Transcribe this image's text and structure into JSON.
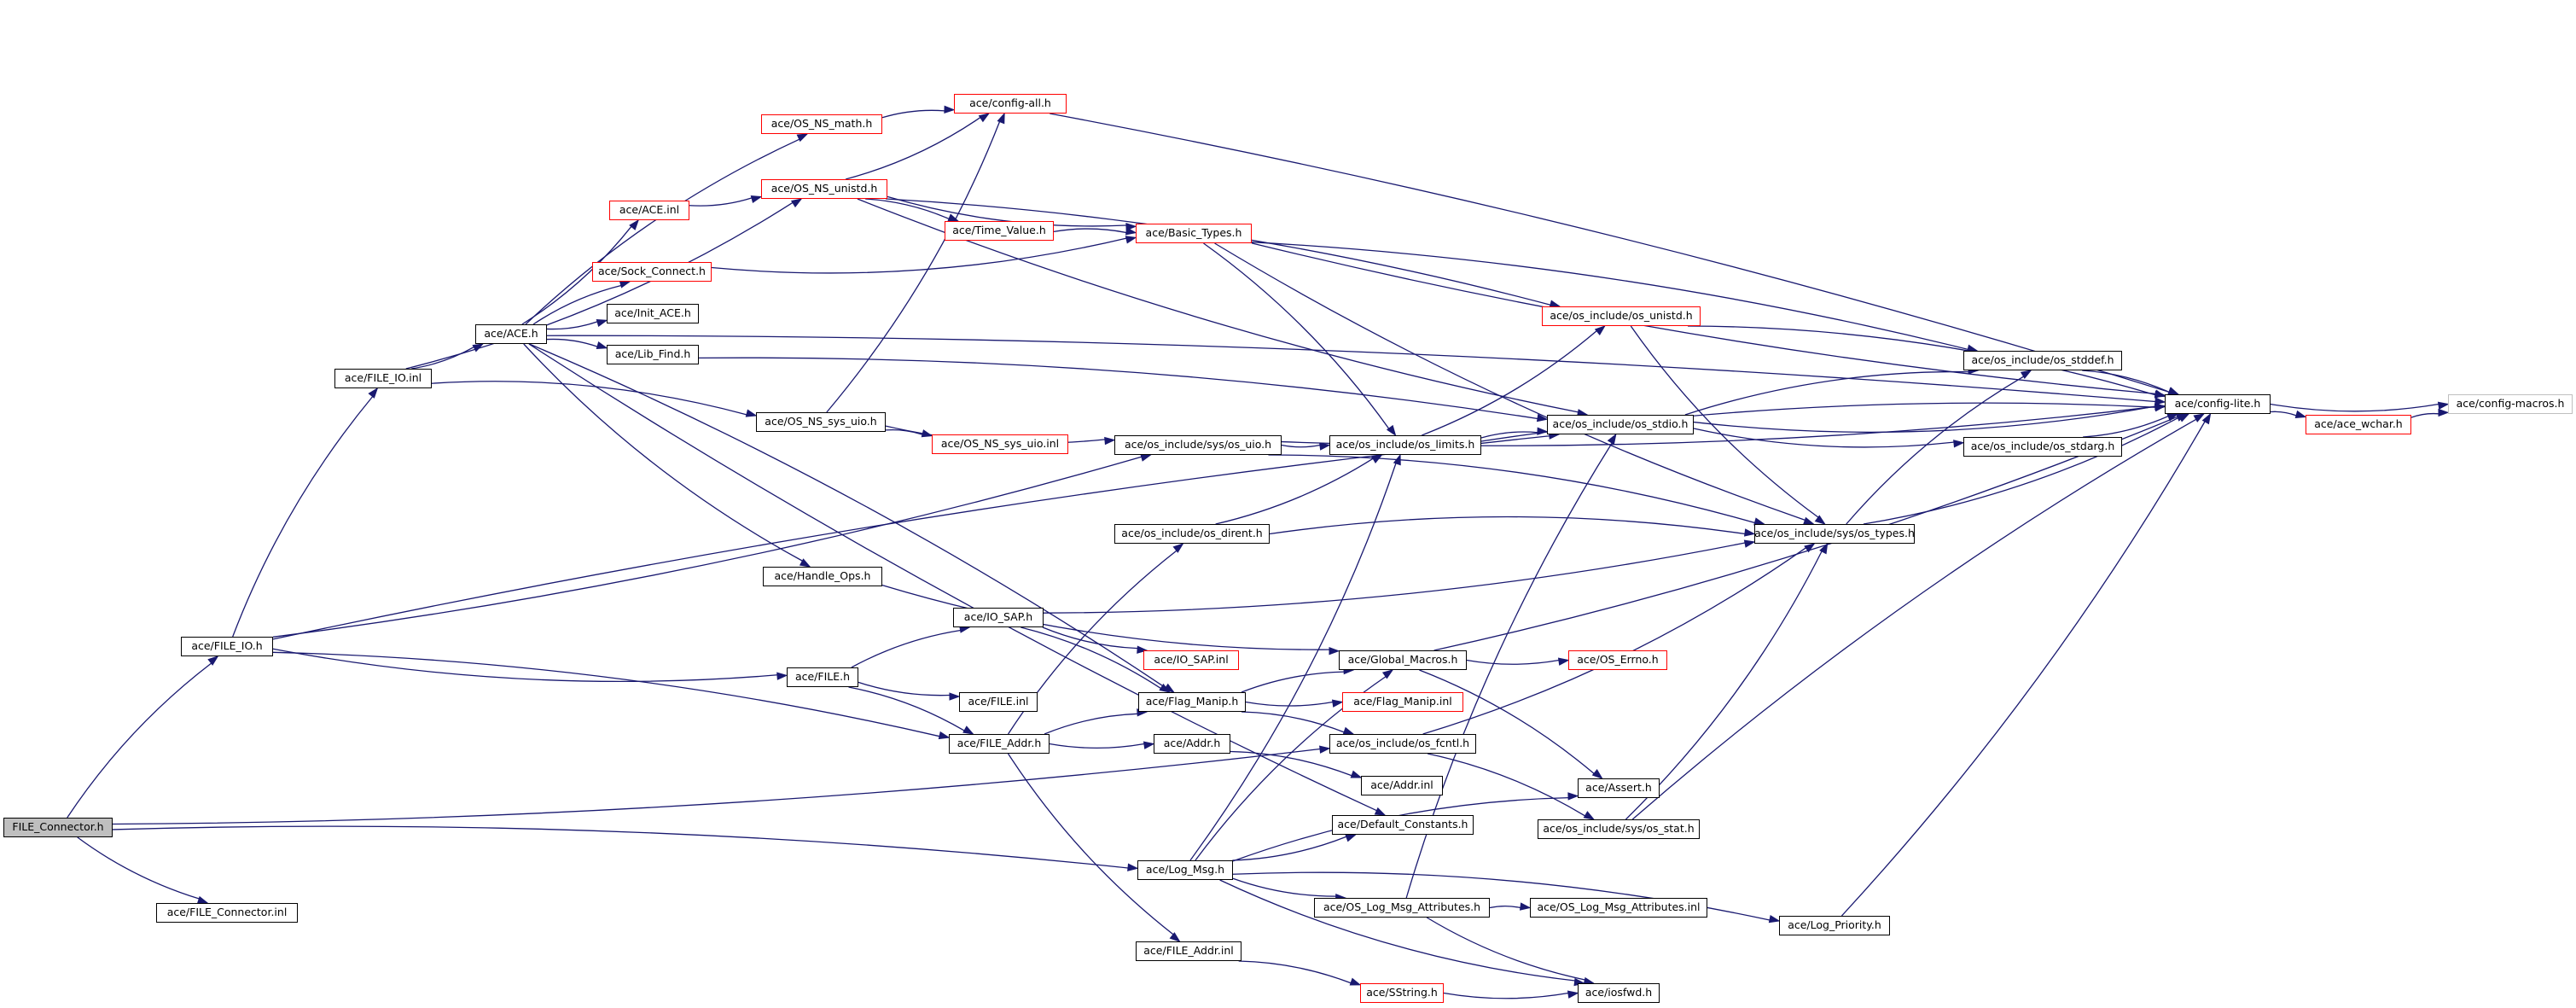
{
  "colors": {
    "edge": "#191970",
    "root_fill": "#bfbfbf",
    "incomplete_border": "#ff0000",
    "external_border": "#bfbfbf",
    "default_border": "#000000"
  },
  "nodes": {
    "file_connector_h": {
      "label": "FILE_Connector.h",
      "style": "root"
    },
    "file_connector_inl": {
      "label": "ace/FILE_Connector.inl",
      "style": "normal"
    },
    "file_io_h": {
      "label": "ace/FILE_IO.h",
      "style": "normal"
    },
    "file_io_inl": {
      "label": "ace/FILE_IO.inl",
      "style": "normal"
    },
    "ace_h": {
      "label": "ace/ACE.h",
      "style": "normal"
    },
    "os_ns_math_h": {
      "label": "ace/OS_NS_math.h",
      "style": "red"
    },
    "os_ns_unistd_h": {
      "label": "ace/OS_NS_unistd.h",
      "style": "red"
    },
    "ace_inl": {
      "label": "ace/ACE.inl",
      "style": "red"
    },
    "sock_connect_h": {
      "label": "ace/Sock_Connect.h",
      "style": "red"
    },
    "init_ace_h": {
      "label": "ace/Init_ACE.h",
      "style": "normal"
    },
    "lib_find_h": {
      "label": "ace/Lib_Find.h",
      "style": "normal"
    },
    "config_all_h": {
      "label": "ace/config-all.h",
      "style": "red"
    },
    "time_value_h": {
      "label": "ace/Time_Value.h",
      "style": "red"
    },
    "basic_types_h": {
      "label": "ace/Basic_Types.h",
      "style": "red"
    },
    "os_ns_sys_uio_h": {
      "label": "ace/OS_NS_sys_uio.h",
      "style": "normal"
    },
    "os_ns_sys_uio_inl": {
      "label": "ace/OS_NS_sys_uio.inl",
      "style": "red"
    },
    "os_unistd_h": {
      "label": "ace/os_include/os_unistd.h",
      "style": "red"
    },
    "os_uio_h": {
      "label": "ace/os_include/sys/os_uio.h",
      "style": "normal"
    },
    "os_limits_h": {
      "label": "ace/os_include/os_limits.h",
      "style": "normal"
    },
    "os_stdio_h": {
      "label": "ace/os_include/os_stdio.h",
      "style": "normal"
    },
    "os_stddef_h": {
      "label": "ace/os_include/os_stddef.h",
      "style": "normal"
    },
    "os_stdarg_h": {
      "label": "ace/os_include/os_stdarg.h",
      "style": "normal"
    },
    "config_lite_h": {
      "label": "ace/config-lite.h",
      "style": "normal"
    },
    "ace_wchar_h": {
      "label": "ace/ace_wchar.h",
      "style": "red"
    },
    "config_macros_h": {
      "label": "ace/config-macros.h",
      "style": "gray"
    },
    "os_dirent_h": {
      "label": "ace/os_include/os_dirent.h",
      "style": "normal"
    },
    "os_types_h": {
      "label": "ace/os_include/sys/os_types.h",
      "style": "normal"
    },
    "handle_ops_h": {
      "label": "ace/Handle_Ops.h",
      "style": "normal"
    },
    "io_sap_h": {
      "label": "ace/IO_SAP.h",
      "style": "normal"
    },
    "io_sap_inl": {
      "label": "ace/IO_SAP.inl",
      "style": "red"
    },
    "file_h": {
      "label": "ace/FILE.h",
      "style": "normal"
    },
    "file_inl": {
      "label": "ace/FILE.inl",
      "style": "normal"
    },
    "global_macros_h": {
      "label": "ace/Global_Macros.h",
      "style": "normal"
    },
    "os_errno_h": {
      "label": "ace/OS_Errno.h",
      "style": "red"
    },
    "flag_manip_h": {
      "label": "ace/Flag_Manip.h",
      "style": "normal"
    },
    "flag_manip_inl": {
      "label": "ace/Flag_Manip.inl",
      "style": "red"
    },
    "file_addr_h": {
      "label": "ace/FILE_Addr.h",
      "style": "normal"
    },
    "addr_h": {
      "label": "ace/Addr.h",
      "style": "normal"
    },
    "os_fcntl_h": {
      "label": "ace/os_include/os_fcntl.h",
      "style": "normal"
    },
    "addr_inl": {
      "label": "ace/Addr.inl",
      "style": "normal"
    },
    "assert_h": {
      "label": "ace/Assert.h",
      "style": "normal"
    },
    "os_stat_h": {
      "label": "ace/os_include/sys/os_stat.h",
      "style": "normal"
    },
    "default_constants_h": {
      "label": "ace/Default_Constants.h",
      "style": "normal"
    },
    "log_msg_h": {
      "label": "ace/Log_Msg.h",
      "style": "normal"
    },
    "os_log_msg_attributes_h": {
      "label": "ace/OS_Log_Msg_Attributes.h",
      "style": "normal"
    },
    "os_log_msg_attributes_inl": {
      "label": "ace/OS_Log_Msg_Attributes.inl",
      "style": "normal"
    },
    "log_priority_h": {
      "label": "ace/Log_Priority.h",
      "style": "normal"
    },
    "file_addr_inl": {
      "label": "ace/FILE_Addr.inl",
      "style": "normal"
    },
    "sstring_h": {
      "label": "ace/SString.h",
      "style": "red"
    },
    "iosfwd_h": {
      "label": "ace/iosfwd.h",
      "style": "normal"
    }
  },
  "edges": [
    [
      "file_connector_h",
      "file_io_h"
    ],
    [
      "file_connector_h",
      "file_connector_inl"
    ],
    [
      "file_connector_h",
      "log_msg_h"
    ],
    [
      "file_connector_h",
      "os_fcntl_h"
    ],
    [
      "file_io_h",
      "file_io_inl"
    ],
    [
      "file_io_h",
      "file_h"
    ],
    [
      "file_io_h",
      "file_addr_h"
    ],
    [
      "file_io_h",
      "os_uio_h"
    ],
    [
      "file_io_h",
      "os_stdio_h"
    ],
    [
      "file_io_inl",
      "ace_h"
    ],
    [
      "file_io_inl",
      "os_ns_sys_uio_h"
    ],
    [
      "file_io_inl",
      "os_ns_unistd_h"
    ],
    [
      "ace_h",
      "os_ns_math_h"
    ],
    [
      "ace_h",
      "ace_inl"
    ],
    [
      "ace_h",
      "sock_connect_h"
    ],
    [
      "ace_h",
      "init_ace_h"
    ],
    [
      "ace_h",
      "lib_find_h"
    ],
    [
      "ace_h",
      "handle_ops_h"
    ],
    [
      "ace_h",
      "flag_manip_h"
    ],
    [
      "ace_h",
      "default_constants_h"
    ],
    [
      "ace_h",
      "config_lite_h"
    ],
    [
      "ace_inl",
      "os_ns_unistd_h"
    ],
    [
      "os_ns_math_h",
      "config_all_h"
    ],
    [
      "os_ns_unistd_h",
      "config_all_h"
    ],
    [
      "os_ns_unistd_h",
      "time_value_h"
    ],
    [
      "os_ns_unistd_h",
      "basic_types_h"
    ],
    [
      "os_ns_unistd_h",
      "os_unistd_h"
    ],
    [
      "os_ns_unistd_h",
      "os_stdio_h"
    ],
    [
      "time_value_h",
      "basic_types_h"
    ],
    [
      "sock_connect_h",
      "basic_types_h"
    ],
    [
      "config_all_h",
      "config_lite_h"
    ],
    [
      "basic_types_h",
      "config_lite_h"
    ],
    [
      "basic_types_h",
      "os_limits_h"
    ],
    [
      "basic_types_h",
      "os_types_h"
    ],
    [
      "basic_types_h",
      "os_stddef_h"
    ],
    [
      "os_ns_sys_uio_h",
      "config_all_h"
    ],
    [
      "os_ns_sys_uio_h",
      "os_ns_sys_uio_inl"
    ],
    [
      "os_ns_sys_uio_h",
      "os_uio_h"
    ],
    [
      "lib_find_h",
      "os_stdio_h"
    ],
    [
      "os_uio_h",
      "os_limits_h"
    ],
    [
      "os_uio_h",
      "os_types_h"
    ],
    [
      "os_uio_h",
      "config_lite_h"
    ],
    [
      "os_limits_h",
      "os_stdio_h"
    ],
    [
      "os_limits_h",
      "os_unistd_h"
    ],
    [
      "os_limits_h",
      "config_lite_h"
    ],
    [
      "os_stdio_h",
      "config_lite_h"
    ],
    [
      "os_stdio_h",
      "os_stddef_h"
    ],
    [
      "os_stdio_h",
      "os_stdarg_h"
    ],
    [
      "os_unistd_h",
      "config_lite_h"
    ],
    [
      "os_unistd_h",
      "os_types_h"
    ],
    [
      "os_stddef_h",
      "config_lite_h"
    ],
    [
      "os_stdarg_h",
      "config_lite_h"
    ],
    [
      "config_lite_h",
      "ace_wchar_h"
    ],
    [
      "config_lite_h",
      "config_macros_h"
    ],
    [
      "ace_wchar_h",
      "config_macros_h"
    ],
    [
      "os_dirent_h",
      "os_limits_h"
    ],
    [
      "os_dirent_h",
      "os_types_h"
    ],
    [
      "os_types_h",
      "config_lite_h"
    ],
    [
      "os_types_h",
      "os_stddef_h"
    ],
    [
      "handle_ops_h",
      "global_macros_h"
    ],
    [
      "file_h",
      "io_sap_h"
    ],
    [
      "file_h",
      "file_inl"
    ],
    [
      "file_h",
      "file_addr_h"
    ],
    [
      "io_sap_h",
      "io_sap_inl"
    ],
    [
      "io_sap_h",
      "flag_manip_h"
    ],
    [
      "io_sap_h",
      "os_types_h"
    ],
    [
      "file_addr_h",
      "flag_manip_h"
    ],
    [
      "file_addr_h",
      "addr_h"
    ],
    [
      "file_addr_h",
      "os_dirent_h"
    ],
    [
      "file_addr_h",
      "file_addr_inl"
    ],
    [
      "flag_manip_h",
      "global_macros_h"
    ],
    [
      "flag_manip_h",
      "flag_manip_inl"
    ],
    [
      "flag_manip_h",
      "os_fcntl_h"
    ],
    [
      "global_macros_h",
      "os_errno_h"
    ],
    [
      "global_macros_h",
      "assert_h"
    ],
    [
      "global_macros_h",
      "config_lite_h"
    ],
    [
      "addr_h",
      "addr_inl"
    ],
    [
      "os_fcntl_h",
      "os_types_h"
    ],
    [
      "os_fcntl_h",
      "os_stat_h"
    ],
    [
      "os_stat_h",
      "os_types_h"
    ],
    [
      "os_stat_h",
      "config_lite_h"
    ],
    [
      "log_msg_h",
      "default_constants_h"
    ],
    [
      "log_msg_h",
      "global_macros_h"
    ],
    [
      "log_msg_h",
      "os_limits_h"
    ],
    [
      "log_msg_h",
      "assert_h"
    ],
    [
      "log_msg_h",
      "os_log_msg_attributes_h"
    ],
    [
      "log_msg_h",
      "log_priority_h"
    ],
    [
      "log_msg_h",
      "iosfwd_h"
    ],
    [
      "os_log_msg_attributes_h",
      "os_log_msg_attributes_inl"
    ],
    [
      "os_log_msg_attributes_h",
      "iosfwd_h"
    ],
    [
      "os_log_msg_attributes_h",
      "os_stdio_h"
    ],
    [
      "log_priority_h",
      "config_lite_h"
    ],
    [
      "file_addr_inl",
      "sstring_h"
    ],
    [
      "sstring_h",
      "iosfwd_h"
    ]
  ]
}
